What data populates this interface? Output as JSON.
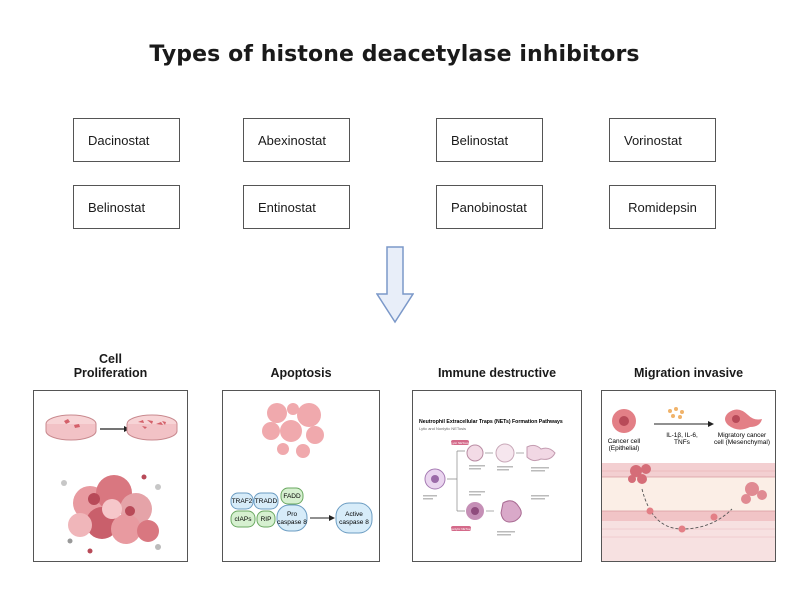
{
  "title": "Types of histone deacetylase inhibitors",
  "inhibitors": {
    "row1": [
      "Dacinostat",
      "Abexinostat",
      "Belinostat",
      "Vorinostat"
    ],
    "row2": [
      "Belinostat",
      "Entinostat",
      "Panobinostat",
      "Romidepsin"
    ]
  },
  "panels": {
    "proliferation": {
      "title_line1": "Cell",
      "title_line2": "Proliferation"
    },
    "apoptosis": {
      "title": "Apoptosis",
      "labels": {
        "traf2": "TRAF2",
        "tradd": "TRADD",
        "fadd": "FADD",
        "ciaps": "cIAPs",
        "rip": "RIP",
        "pro_caspase_1": "Pro",
        "pro_caspase_2": "caspase 8",
        "active_caspase_1": "Active",
        "active_caspase_2": "caspase 8"
      }
    },
    "immune": {
      "title": "Immune destructive",
      "figure_title": "Neutrophil Extracellular Traps (NETs) Formation Pathways",
      "figure_subtitle": "Lytic and Nonlytic NETosis",
      "lytic_label": "Lytic NETosis",
      "nonlytic_label": "Nonlytic NETosis"
    },
    "migration": {
      "title": "Migration invasive",
      "cancer_cell_1": "Cancer cell",
      "cancer_cell_2": "(Epithelial)",
      "cytokines_1": "IL-1β, IL-6,",
      "cytokines_2": "TNFs",
      "migratory_1": "Migratory cancer",
      "migratory_2": "cell (Mesenchymal)"
    }
  }
}
